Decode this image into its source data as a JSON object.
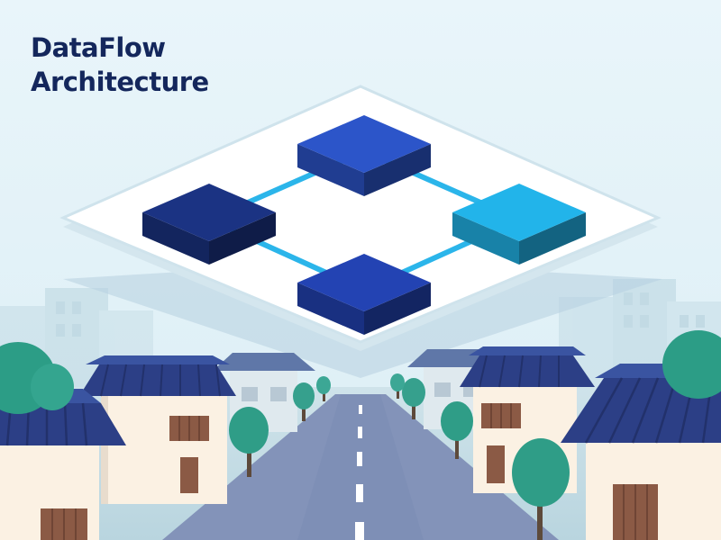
{
  "title": {
    "line1": "DataFlow",
    "line2": "Architecture"
  },
  "diagram": {
    "nodes": [
      {
        "name": "node-top",
        "color": "#2c55c9"
      },
      {
        "name": "node-left",
        "color": "#1b3383"
      },
      {
        "name": "node-right",
        "color": "#22b4ea"
      },
      {
        "name": "node-bottom",
        "color": "#2343b3"
      }
    ],
    "connector_color": "#2bb5ea"
  },
  "colors": {
    "title": "#14275c",
    "sky": "#e6f3f8",
    "road": "#7e8fb6",
    "roof": "#2c3f86",
    "tree": "#2c9d86",
    "wall": "#fbf1e3",
    "window": "#8b5a45"
  }
}
